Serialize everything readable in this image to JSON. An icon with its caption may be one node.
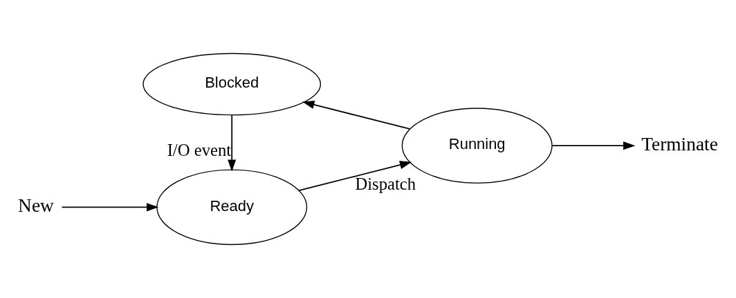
{
  "diagram": {
    "nodes": [
      {
        "text": [
          "New"
        ]
      },
      {
        "text": [
          "Ready"
        ]
      },
      {
        "text": [
          "Running"
        ]
      },
      {
        "text": [
          "Blocked"
        ]
      },
      {
        "text": [
          "Terminate"
        ]
      }
    ],
    "edges": [
      {
        "from": 0,
        "to": 1,
        "arrow": "to"
      },
      {
        "from": 1,
        "to": 2,
        "arrow": "to",
        "label": "Dispatch"
      },
      {
        "from": 2,
        "to": 4,
        "arrow": "to"
      },
      {
        "from": 2,
        "to": 3,
        "arrow": "to"
      },
      {
        "from": 3,
        "to": 1,
        "arrow": "to",
        "label": "I/O event"
      }
    ]
  }
}
